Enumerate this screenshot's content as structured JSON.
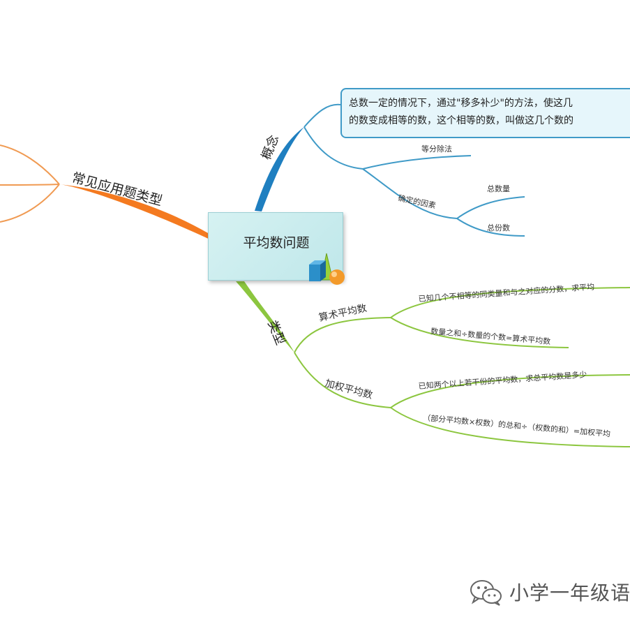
{
  "center": {
    "title": "平均数问题",
    "icon": "geometric-shapes-icon"
  },
  "branches": {
    "orange": {
      "label": "常见应用题类型",
      "color": "#f47a20"
    },
    "blue": {
      "label": "概念",
      "color": "#1f7fc0",
      "definition_lines": [
        "总数一定的情况下，通过\"移多补少\"的方法，使这几",
        "的数变成相等的数，这个相等的数，叫做这几个数的"
      ],
      "method": "等分除法",
      "factors": {
        "label": "确定的因素",
        "items": [
          "总数量",
          "总份数"
        ]
      }
    },
    "green": {
      "label": "类型",
      "color": "#8cc63f",
      "arithmetic": {
        "label": "算术平均数",
        "items": [
          "已知几个不相等的同类量和与之对应的分数，求平均",
          "数量之和÷数量的个数=算术平均数"
        ]
      },
      "weighted": {
        "label": "加权平均数",
        "items": [
          "已知两个以上若干份的平均数，求总平均数是多少",
          "（部分平均数×权数）的总和÷（权数的和）=加权平均"
        ]
      }
    }
  },
  "watermark": {
    "text": "小学一年级语",
    "icon": "wechat-icon"
  }
}
